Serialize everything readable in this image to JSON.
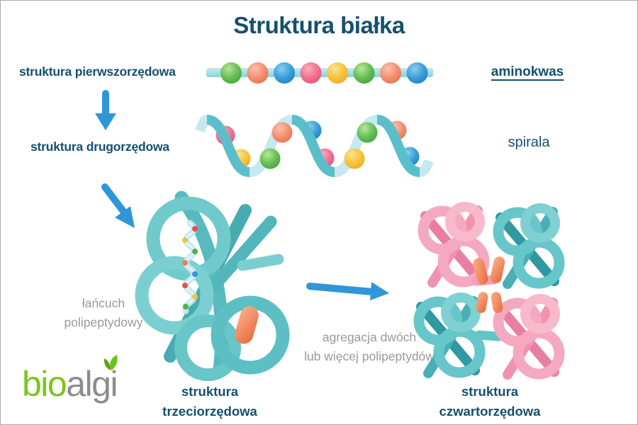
{
  "title": "Struktura białka",
  "labels": {
    "primary": "struktura pierwszorzędowa",
    "secondary": "struktura drugorzędowa",
    "tertiary_line1": "struktura",
    "tertiary_line2": "trzeciorzędowa",
    "quaternary_line1": "struktura",
    "quaternary_line2": "czwartorzędowa"
  },
  "annotations": {
    "amino_acid": "aminokwas",
    "spiral": "spirala",
    "chain_line1": "łańcuch",
    "chain_line2": "polipeptydowy",
    "aggregation_line1": "agregacja dwóch",
    "aggregation_line2": "lub więcej polipeptydów"
  },
  "logo": {
    "part1": "bio",
    "part2": "algi"
  },
  "colors": {
    "heading_teal": "#15506f",
    "arrow_blue": "#2f97d8",
    "annotation_gray": "#9a9a9a",
    "ribbon_teal": "#9fdce2",
    "tangle_teal": "#66c6c9",
    "tangle_pink": "#f5a9c1",
    "blob_orange": "#ee7c52",
    "bead_green": "#53b148",
    "bead_salmon": "#f08a6e",
    "bead_blue": "#2e97d5",
    "bead_pink": "#ef6d8e",
    "bead_yellow": "#f7c23d",
    "logo_green": "#79c51e",
    "logo_gray": "#8c8c8c"
  },
  "primary_chain_beads": [
    "green",
    "salmon",
    "blue",
    "pink",
    "yellow",
    "green",
    "salmon",
    "blue"
  ],
  "spiral_beads": [
    "pink",
    "yellow",
    "green",
    "salmon",
    "blue",
    "pink",
    "yellow",
    "green",
    "salmon",
    "blue"
  ],
  "helix_bead_colors": [
    "#e84f4f",
    "#f7c23d",
    "#53b148",
    "#ee7c52",
    "#2e97d5",
    "#e84f4f",
    "#f7c23d",
    "#53b148"
  ]
}
